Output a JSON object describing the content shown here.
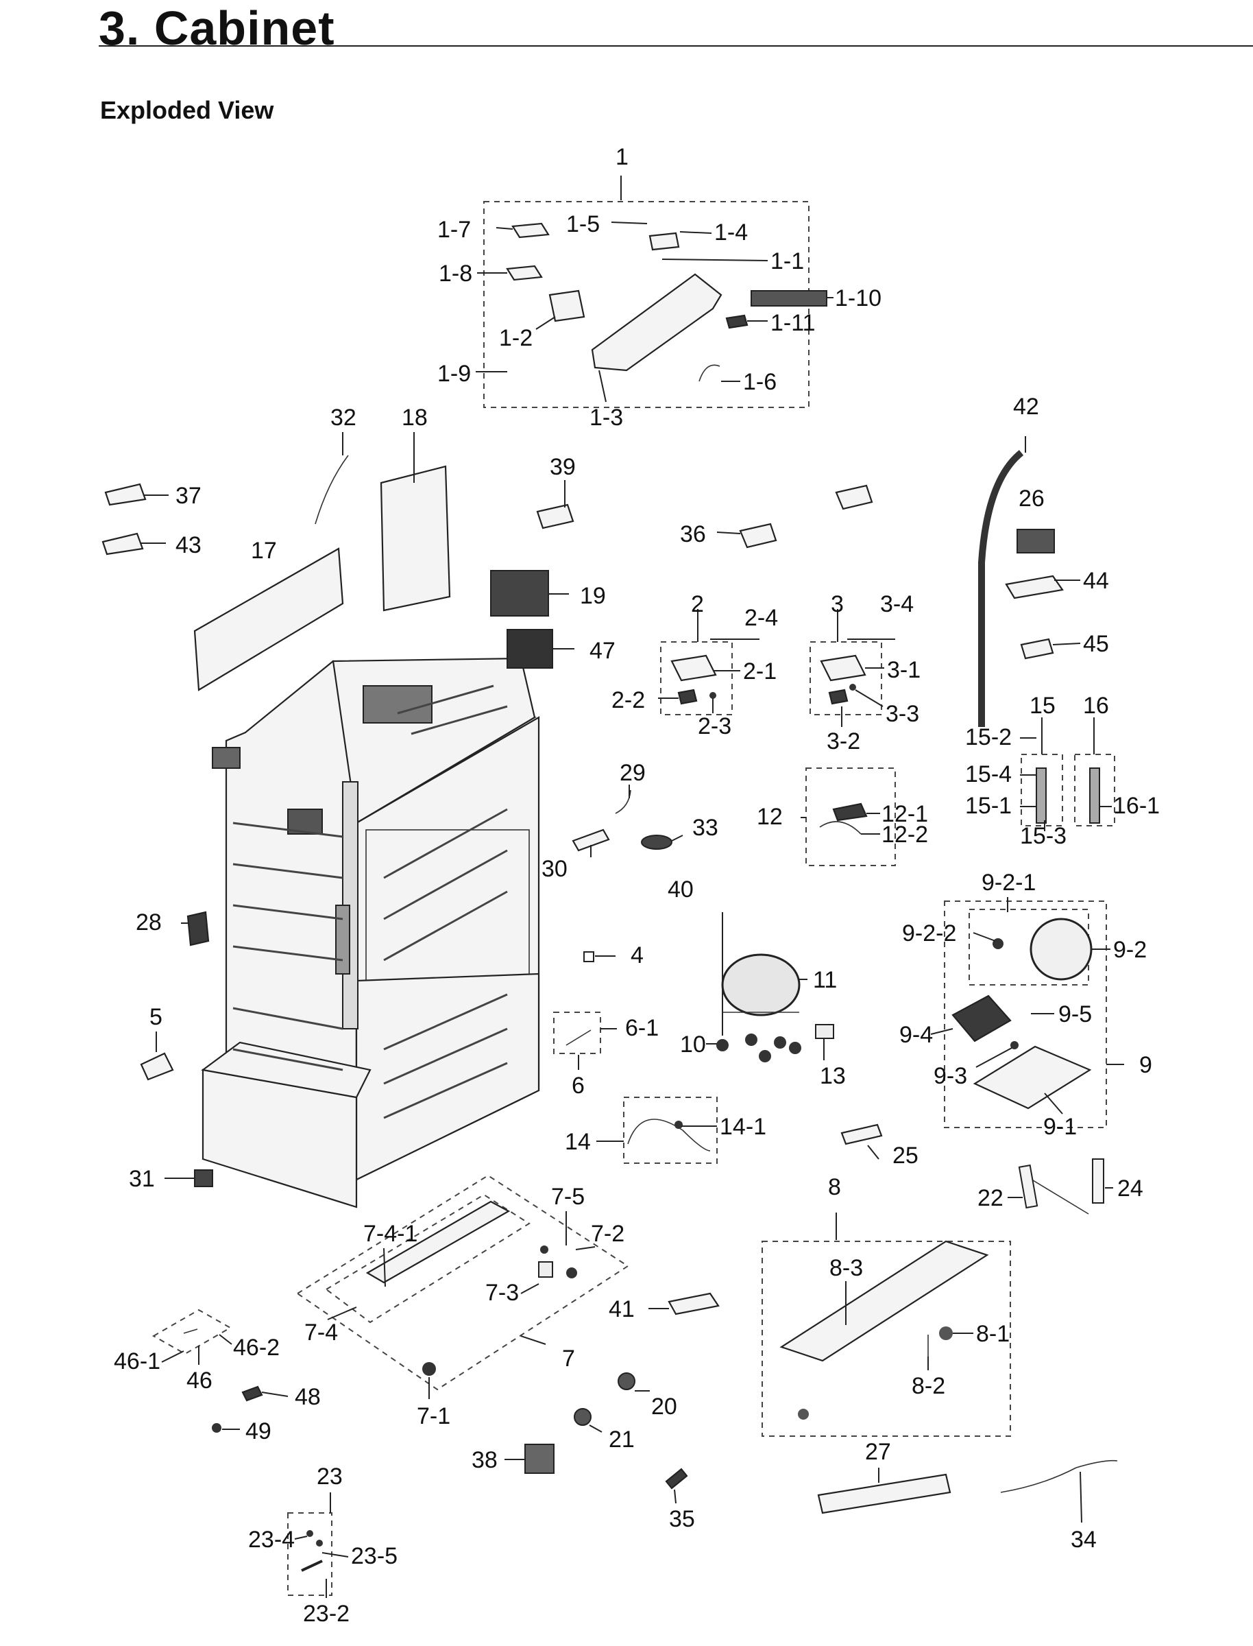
{
  "header": {
    "section_title": "3.  Cabinet",
    "subtitle": "Exploded View"
  },
  "callouts": {
    "c1": "1",
    "c1_1": "1-1",
    "c1_2": "1-2",
    "c1_3": "1-3",
    "c1_4": "1-4",
    "c1_5": "1-5",
    "c1_6": "1-6",
    "c1_7": "1-7",
    "c1_8": "1-8",
    "c1_9": "1-9",
    "c1_10": "1-10",
    "c1_11": "1-11",
    "c2": "2",
    "c2_1": "2-1",
    "c2_2": "2-2",
    "c2_3": "2-3",
    "c2_4": "2-4",
    "c3": "3",
    "c3_1": "3-1",
    "c3_2": "3-2",
    "c3_3": "3-3",
    "c3_4": "3-4",
    "c4": "4",
    "c5": "5",
    "c6": "6",
    "c6_1": "6-1",
    "c7": "7",
    "c7_1": "7-1",
    "c7_2": "7-2",
    "c7_3": "7-3",
    "c7_4": "7-4",
    "c7_4_1": "7-4-1",
    "c7_5": "7-5",
    "c8": "8",
    "c8_1": "8-1",
    "c8_2": "8-2",
    "c8_3": "8-3",
    "c9": "9",
    "c9_1": "9-1",
    "c9_2": "9-2",
    "c9_2_1": "9-2-1",
    "c9_2_2": "9-2-2",
    "c9_3": "9-3",
    "c9_4": "9-4",
    "c9_5": "9-5",
    "c10": "10",
    "c11": "11",
    "c12": "12",
    "c12_1": "12-1",
    "c12_2": "12-2",
    "c13": "13",
    "c14": "14",
    "c14_1": "14-1",
    "c15": "15",
    "c15_1": "15-1",
    "c15_2": "15-2",
    "c15_3": "15-3",
    "c15_4": "15-4",
    "c16": "16",
    "c16_1": "16-1",
    "c17": "17",
    "c18": "18",
    "c19": "19",
    "c20": "20",
    "c21": "21",
    "c22": "22",
    "c23": "23",
    "c23_2": "23-2",
    "c23_4": "23-4",
    "c23_5": "23-5",
    "c24": "24",
    "c25": "25",
    "c26": "26",
    "c27": "27",
    "c28": "28",
    "c29": "29",
    "c30": "30",
    "c31": "31",
    "c32": "32",
    "c33": "33",
    "c34": "34",
    "c35": "35",
    "c36": "36",
    "c37": "37",
    "c38": "38",
    "c39": "39",
    "c40": "40",
    "c41": "41",
    "c42": "42",
    "c43": "43",
    "c44": "44",
    "c45": "45",
    "c46": "46",
    "c46_1": "46-1",
    "c46_2": "46-2",
    "c47": "47",
    "c48": "48",
    "c49": "49"
  }
}
